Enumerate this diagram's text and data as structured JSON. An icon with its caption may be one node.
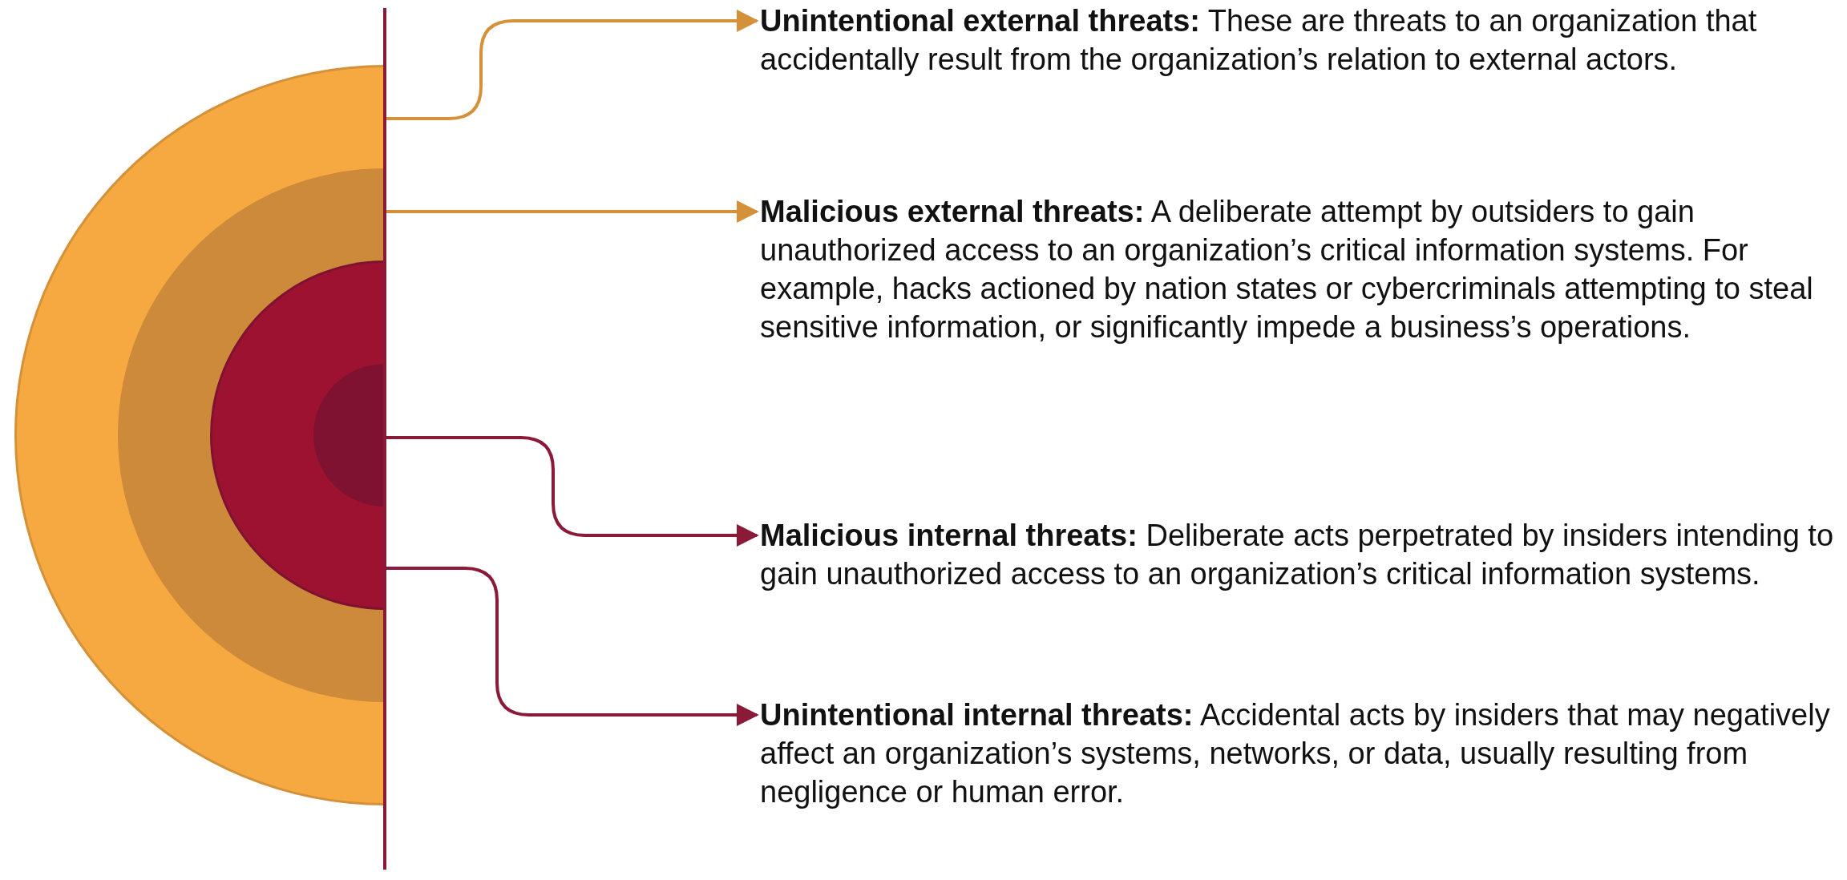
{
  "diagram": {
    "nodes": [
      {
        "text": [],
        "shape": "semicircle"
      },
      {
        "text": [],
        "shape": "semicircle",
        "in": 0
      },
      {
        "text": [],
        "shape": "semicircle",
        "in": 1
      },
      {
        "text": [],
        "shape": "semicircle",
        "in": 2
      },
      {
        "text": [
          "**Unintentional external threats:** These are threats to an organization that accidentally result from the organization’s relation to external actors."
        ]
      },
      {
        "text": [
          "**Malicious external threats:** A deliberate attempt by outsiders to gain unauthorized access to an organization’s critical information systems. For example, hacks actioned by nation states or cybercriminals attempting to steal sensitive information, or significantly impede a business’s operations."
        ]
      },
      {
        "text": [
          "**Malicious internal threats:** Deliberate acts perpetrated by insiders intending to gain unauthorized access to an organization’s critical information systems."
        ]
      },
      {
        "text": [
          "**Unintentional internal threats:** Accidental acts by insiders that may negatively affect an organization’s systems, networks, or data, usually resulting from negligence or human error."
        ]
      }
    ],
    "edges": [
      {
        "from": 0,
        "to": 4,
        "arrow": "to",
        "color": "#d4913a"
      },
      {
        "from": 1,
        "to": 5,
        "arrow": "to",
        "color": "#d4913a"
      },
      {
        "from": 3,
        "to": 6,
        "arrow": "to",
        "color": "#8a1a38"
      },
      {
        "from": 2,
        "to": 7,
        "arrow": "to",
        "color": "#8a1a38"
      }
    ]
  }
}
